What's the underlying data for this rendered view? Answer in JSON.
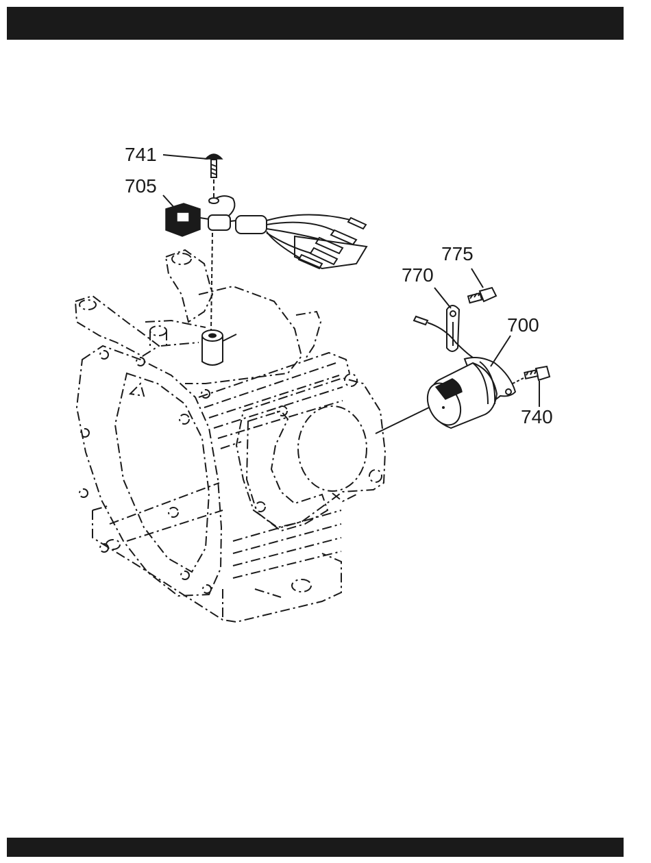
{
  "colors": {
    "ink": "#1a1a1a",
    "background": "#ffffff"
  },
  "callouts": {
    "c741": "741",
    "c705": "705",
    "c775": "775",
    "c770": "770",
    "c700": "700",
    "c740": "740"
  }
}
